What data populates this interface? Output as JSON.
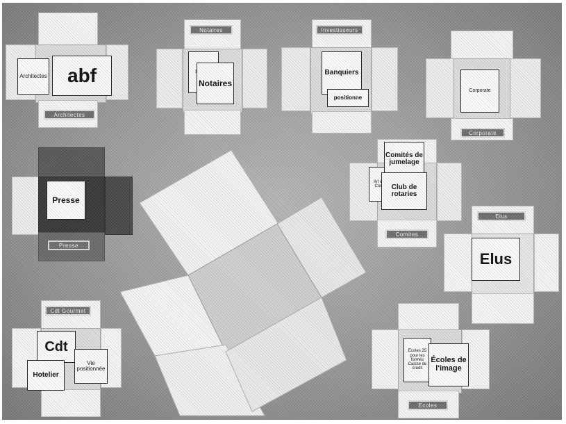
{
  "scene": {
    "cards": {
      "architectes": "Architectes",
      "abf": "abf",
      "notaires": "Notaires",
      "notaires_back": "Inst Ent",
      "banquiers": "Banquiers",
      "banquiers_back": "positionne",
      "comite_left": "Art et Con",
      "comites": "Comités de jumelage",
      "club": "Club de rotaries",
      "presse": "Presse",
      "elus": "Elus",
      "cdt": "Cdt",
      "hotelier": "Hotelier",
      "vie_positionnee": "Vie positionnée",
      "ecoles_small": "Ecoles 35 pour les formés Caisse de crédit",
      "ecoles_image": "Écoles de l'image",
      "corporate": "Corporate"
    },
    "tags": {
      "t1": "Architectes",
      "t2": "Notaires",
      "t3": "Investisseurs",
      "t4": "Corporate",
      "t5": "Comites",
      "t6": "Presse",
      "t7": "Elus",
      "t8": "Cdt Gourmet",
      "t9": "Ecoles"
    }
  }
}
